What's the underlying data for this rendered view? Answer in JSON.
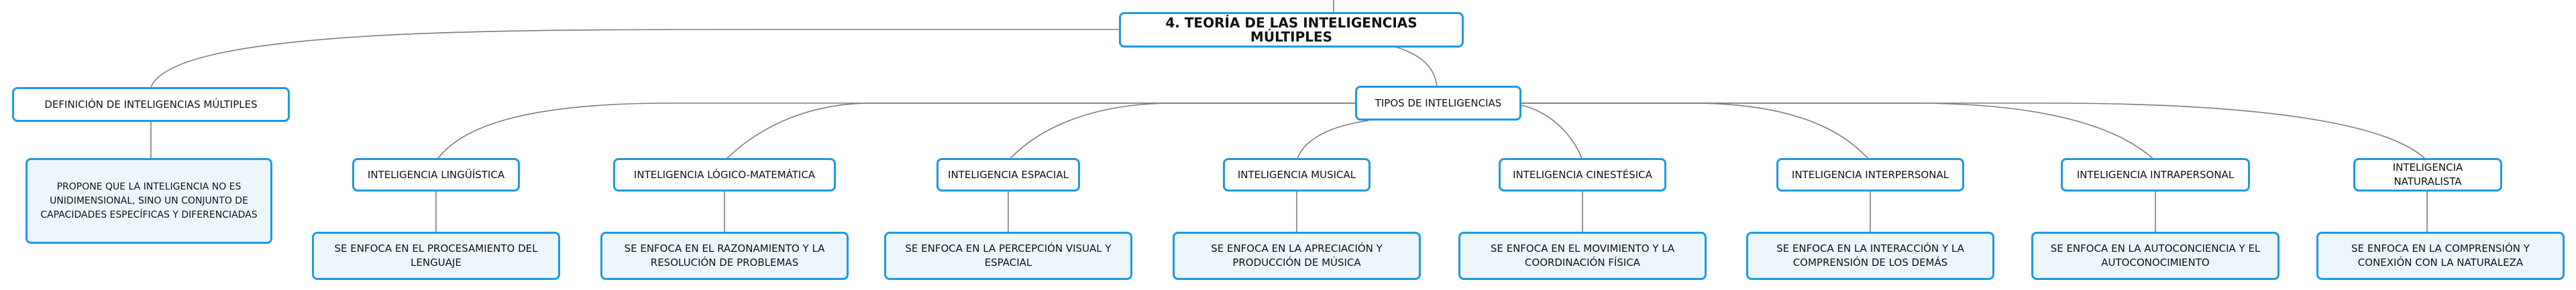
{
  "root": {
    "label": "4. TEORÍA DE LAS INTELIGENCIAS MÚLTIPLES"
  },
  "definition": {
    "label": "DEFINICIÓN DE INTELIGENCIAS MÚLTIPLES",
    "description": "PROPONE QUE LA INTELIGENCIA NO ES UNIDIMENSIONAL, SINO UN CONJUNTO DE CAPACIDADES ESPECÍFICAS Y DIFERENCIADAS"
  },
  "types": {
    "label": "TIPOS DE INTELIGENCIAS",
    "items": [
      {
        "label": "INTELIGENCIA LINGÜÍSTICA",
        "description": "SE ENFOCA EN EL PROCESAMIENTO DEL LENGUAJE"
      },
      {
        "label": "INTELIGENCIA LÓGICO-MATEMÁTICA",
        "description": "SE ENFOCA EN EL RAZONAMIENTO Y LA RESOLUCIÓN DE PROBLEMAS"
      },
      {
        "label": "INTELIGENCIA ESPACIAL",
        "description": "SE ENFOCA EN LA PERCEPCIÓN VISUAL Y ESPACIAL"
      },
      {
        "label": "INTELIGENCIA MUSICAL",
        "description": "SE ENFOCA EN LA APRECIACIÓN Y PRODUCCIÓN DE MÚSICA"
      },
      {
        "label": "INTELIGENCIA CINESTÉSICA",
        "description": "SE ENFOCA EN EL MOVIMIENTO Y LA COORDINACIÓN FÍSICA"
      },
      {
        "label": "INTELIGENCIA INTERPERSONAL",
        "description": "SE ENFOCA EN LA INTERACCIÓN Y LA COMPRENSIÓN DE LOS DEMÁS"
      },
      {
        "label": "INTELIGENCIA INTRAPERSONAL",
        "description": "SE ENFOCA EN LA AUTOCONCIENCIA Y EL AUTOCONOCIMIENTO"
      },
      {
        "label": "INTELIGENCIA NATURALISTA",
        "description": "SE ENFOCA EN LA COMPRENSIÓN Y CONEXIÓN CON LA NATURALEZA"
      }
    ]
  }
}
